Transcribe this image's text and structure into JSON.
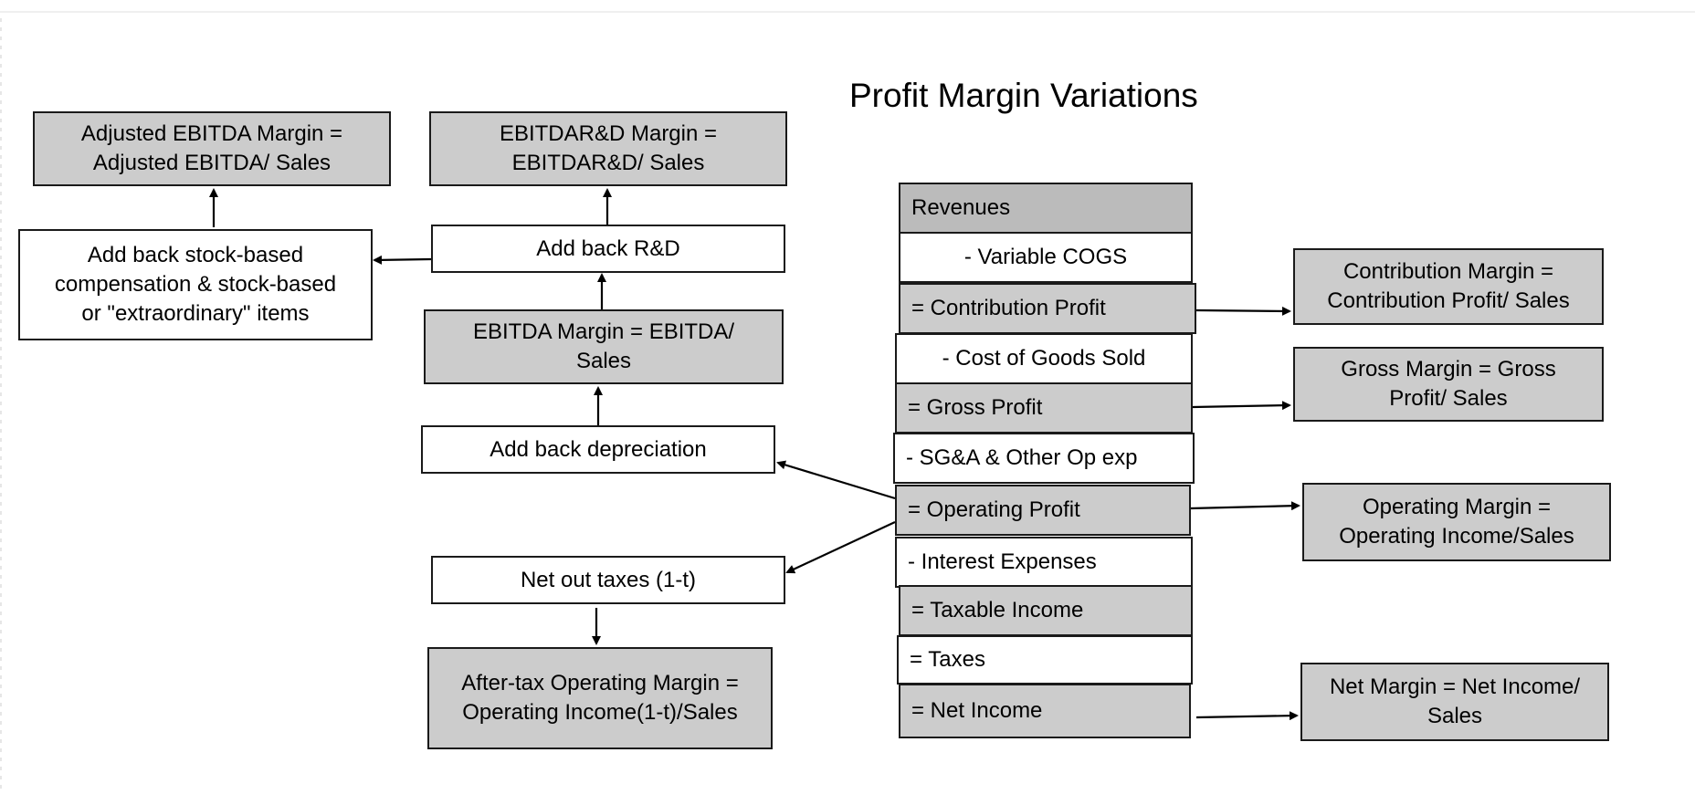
{
  "title": "Profit Margin Variations",
  "left_boxes": {
    "adjusted_ebitda_margin": "Adjusted EBITDA Margin =\nAdjusted EBITDA/ Sales",
    "add_back_sbc": "Add back stock-based\ncompensation & stock-based\nor \"extraordinary\" items",
    "ebitdard_margin": "EBITDAR&D Margin =\nEBITDAR&D/ Sales",
    "add_back_rd": "Add back R&D",
    "ebitda_margin": "EBITDA Margin = EBITDA/\nSales",
    "add_back_depreciation": "Add back depreciation",
    "net_out_taxes": "Net out taxes (1-t)",
    "after_tax_operating_margin": "After-tax Operating Margin =\nOperating Income(1-t)/Sales"
  },
  "income_statement": [
    {
      "key": "revenues",
      "label": "Revenues",
      "style": "dark"
    },
    {
      "key": "variable_cogs",
      "label": "- Variable COGS",
      "style": "white"
    },
    {
      "key": "contribution_profit",
      "label": "= Contribution Profit",
      "style": "gray"
    },
    {
      "key": "cost_of_goods_sold",
      "label": "- Cost of Goods Sold",
      "style": "white"
    },
    {
      "key": "gross_profit",
      "label": "= Gross Profit",
      "style": "gray"
    },
    {
      "key": "sga",
      "label": "- SG&A & Other Op exp",
      "style": "white"
    },
    {
      "key": "operating_profit",
      "label": "= Operating Profit",
      "style": "gray"
    },
    {
      "key": "interest_expenses",
      "label": "- Interest Expenses",
      "style": "white"
    },
    {
      "key": "taxable_income",
      "label": "= Taxable Income",
      "style": "gray"
    },
    {
      "key": "taxes",
      "label": "= Taxes",
      "style": "white"
    },
    {
      "key": "net_income",
      "label": "= Net Income",
      "style": "gray"
    }
  ],
  "right_boxes": {
    "contribution_margin": "Contribution Margin =\nContribution Profit/ Sales",
    "gross_margin": "Gross Margin = Gross\nProfit/ Sales",
    "operating_margin": "Operating Margin =\nOperating Income/Sales",
    "net_margin": "Net Margin = Net Income/\nSales"
  },
  "colors": {
    "box_fill": "#cccccc",
    "header_fill": "#bbbbbb",
    "border": "#1a1a1a"
  }
}
